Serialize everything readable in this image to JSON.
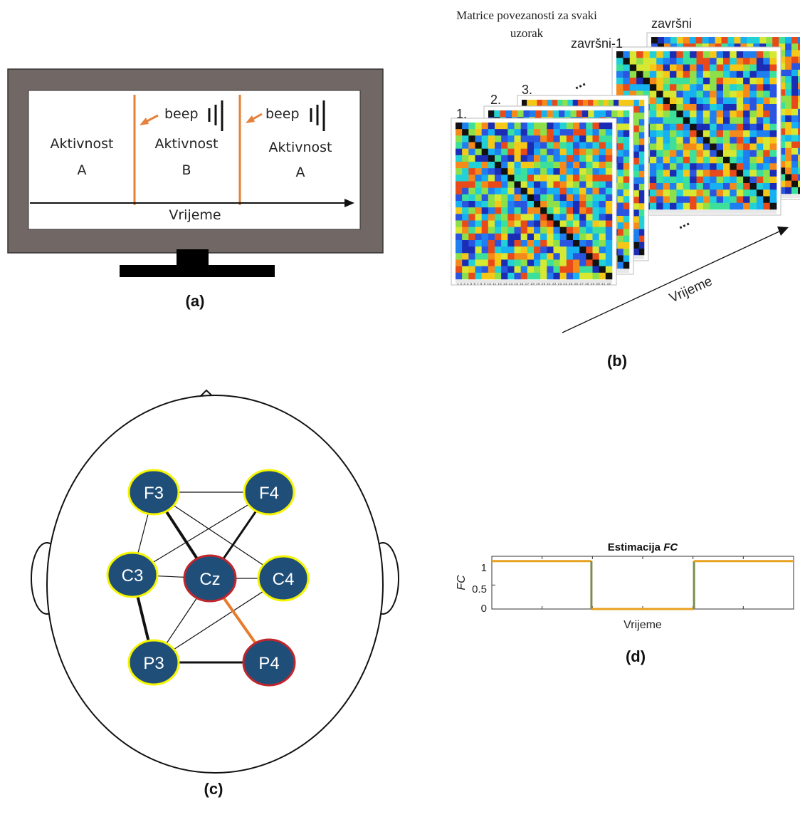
{
  "panel_a": {
    "caption": "(a)",
    "activity_label": "Aktivnost",
    "seg1_letter": "A",
    "seg2_letter": "B",
    "seg3_letter": "A",
    "beep1": "beep",
    "beep2": "beep",
    "time_label": "Vrijeme"
  },
  "panel_b": {
    "caption": "(b)",
    "title_line1": "Matrice povezanosti za svaki",
    "title_line2": "uzorak",
    "label_1": "1.",
    "label_2": "2.",
    "label_3": "3.",
    "label_dots": "...",
    "label_last1": "završni-1",
    "label_last": "završni",
    "label_dots2": "...",
    "time_label": "Vrijeme",
    "tick_numbers": "1 2 3 4 5 6 7 8 9 10 11 12 13 14 15 16 17 18 19 20 21 22 23 24 25 26 27 28 29 30 31 32"
  },
  "panel_c": {
    "caption": "(c)",
    "nodes": {
      "F3": "F3",
      "F4": "F4",
      "C3": "C3",
      "Cz": "Cz",
      "C4": "C4",
      "P3": "P3",
      "P4": "P4"
    },
    "colors": {
      "node_fill": "#1f4e79",
      "yellow_ring": "#f5f500",
      "red_ring": "#c0262c",
      "highlight_edge": "#e87b2c"
    }
  },
  "panel_d": {
    "caption": "(d)",
    "chart_data": {
      "type": "line",
      "title_plain": "Estimacija ",
      "title_italic": "FC",
      "xlabel": "Vrijeme",
      "ylabel": "FC",
      "ylim": [
        0,
        1.1
      ],
      "yticks": [
        "0",
        "0.5",
        "1"
      ],
      "series": [
        {
          "values": [
            1,
            1,
            0,
            0,
            1,
            1
          ],
          "x": [
            0,
            0.33,
            0.33,
            0.67,
            0.67,
            1.0
          ]
        }
      ],
      "line_color": "#e6a11e",
      "transition_color": "#7b8c52"
    }
  }
}
